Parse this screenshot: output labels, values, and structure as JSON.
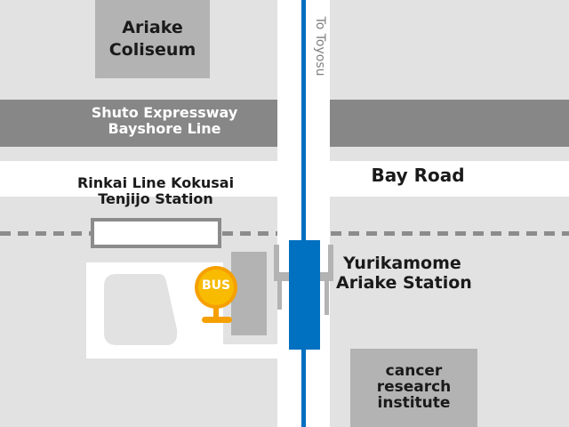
{
  "map": {
    "landmarks": {
      "coliseum": {
        "line1": "Ariake",
        "line2": "Coliseum"
      },
      "cancer_institute": {
        "line1": "cancer",
        "line2": "research",
        "line3": "institute"
      }
    },
    "roads": {
      "expressway": {
        "line1": "Shuto Expressway",
        "line2": "Bayshore Line"
      },
      "bay_road": "Bay Road",
      "to_toyosu": "To Toyosu"
    },
    "stations": {
      "rinkai": {
        "line1": "Rinkai Line Kokusai",
        "line2": "Tenjijo Station"
      },
      "yurikamome": {
        "line1": "Yurikamome",
        "line2": "Ariake Station"
      }
    },
    "bus_stop": {
      "label": "BUS"
    },
    "colors": {
      "yurikamome_line": "#0070c0",
      "bus_sign": "#f5a000",
      "bus_sign_inner": "#f8bb00",
      "expressway": "#878787",
      "building": "#b3b3b3",
      "ground": "#e2e2e2",
      "road": "#ffffff"
    }
  }
}
